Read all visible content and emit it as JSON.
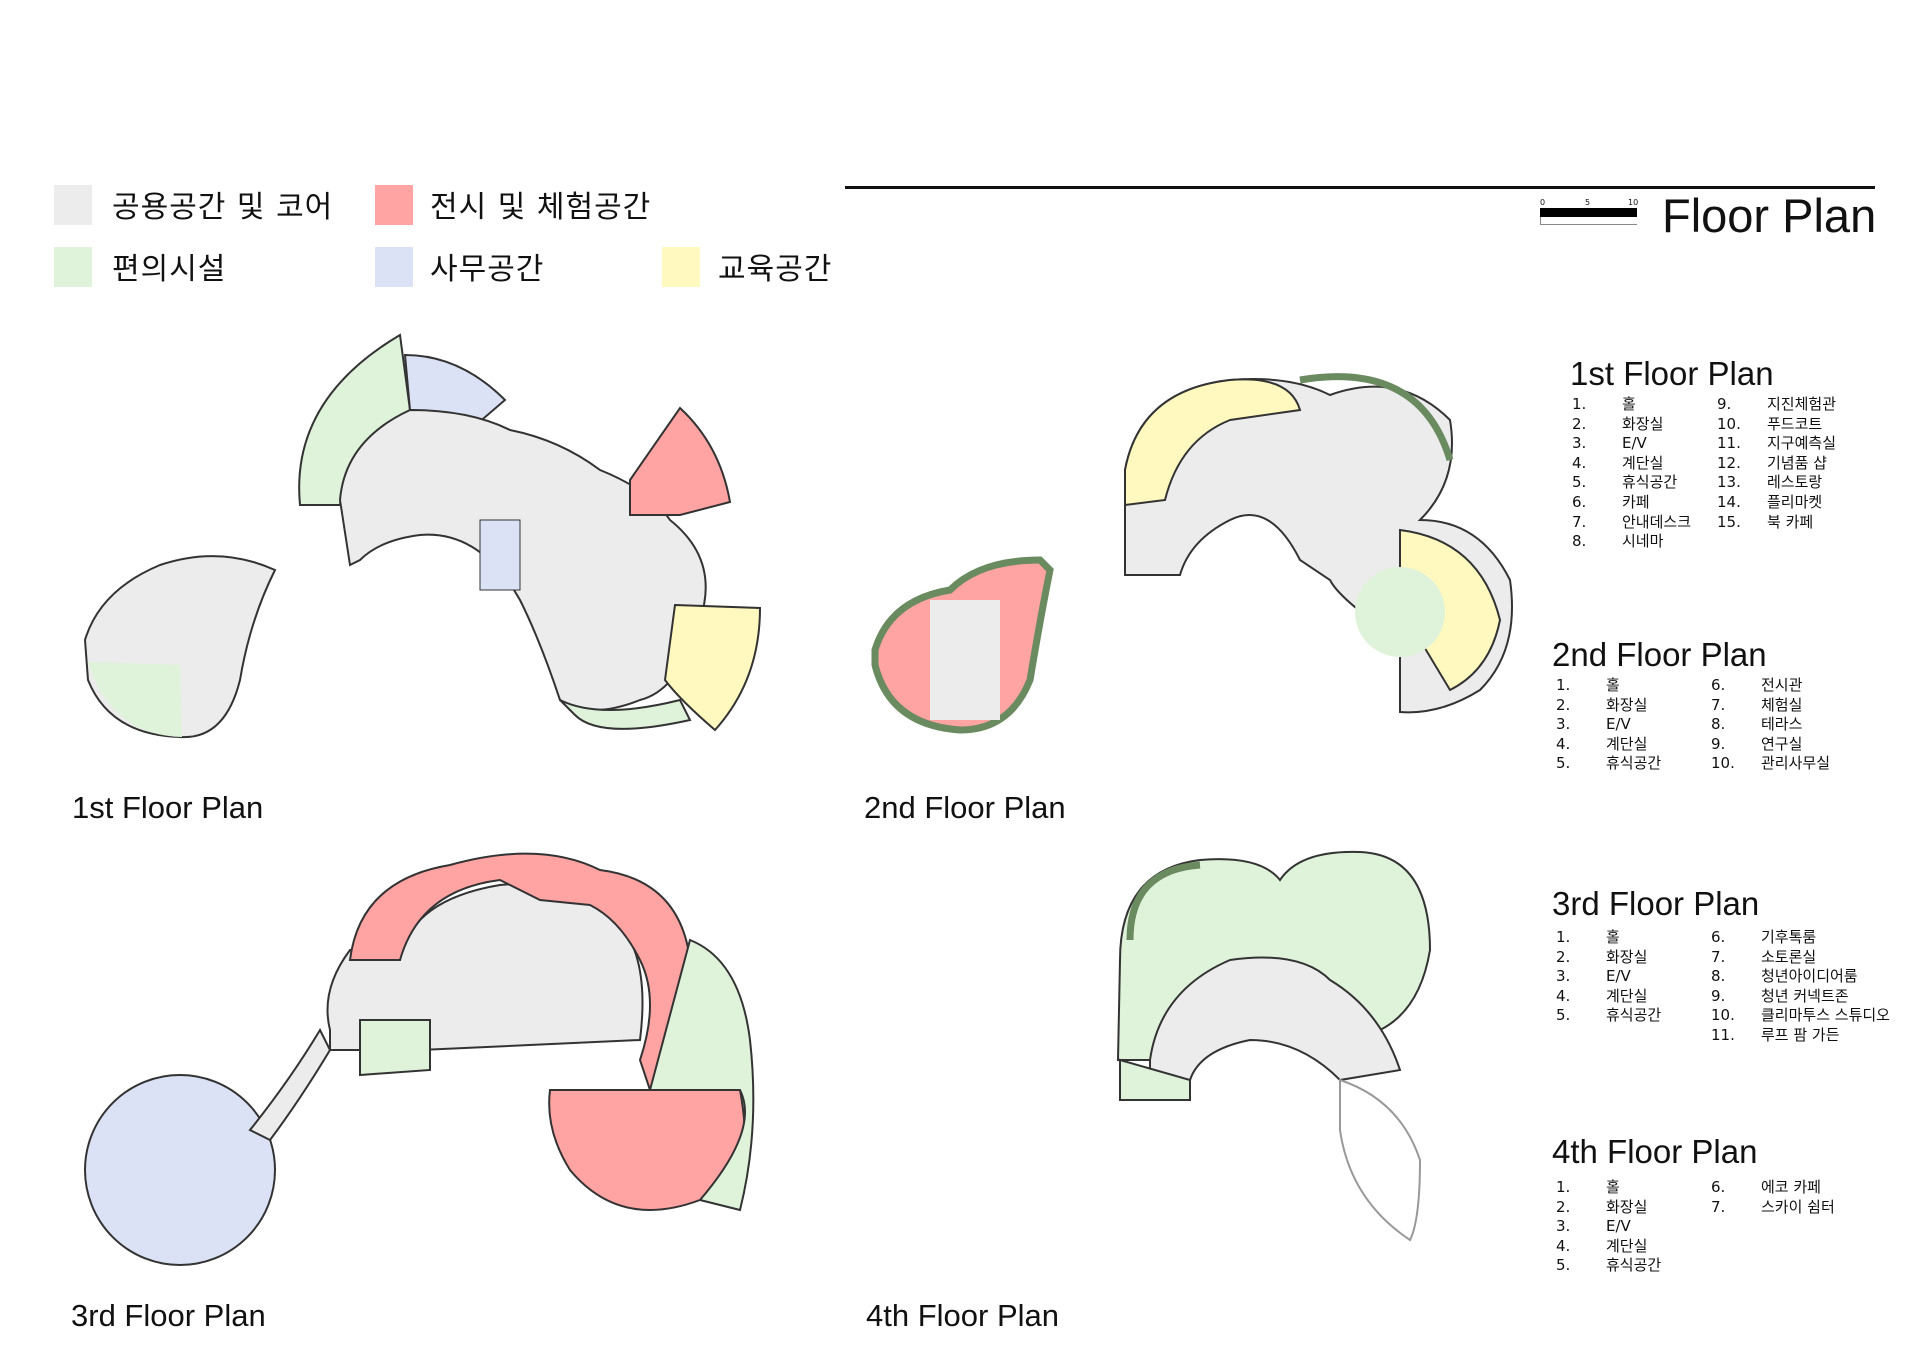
{
  "legend": [
    {
      "label": "공용공간 및 코어",
      "color": "#ececec"
    },
    {
      "label": "전시 및 체험공간",
      "color": "#ffa3a3"
    },
    {
      "label": "편의시설",
      "color": "#dff2da"
    },
    {
      "label": "사무공간",
      "color": "#dce2f5"
    },
    {
      "label": "교육공간",
      "color": "#fff9c0"
    }
  ],
  "header": {
    "title": "Floor Plan",
    "scale_ticks": [
      "0",
      "5",
      "10"
    ]
  },
  "plans": {
    "first": "1st Floor Plan",
    "second": "2nd Floor Plan",
    "third": "3rd Floor Plan",
    "fourth": "4th Floor Plan"
  },
  "lists": [
    {
      "title": "1st Floor Plan",
      "items": [
        {
          "n": "1.",
          "l": "홀"
        },
        {
          "n": "2.",
          "l": "화장실"
        },
        {
          "n": "3.",
          "l": "E/V"
        },
        {
          "n": "4.",
          "l": "계단실"
        },
        {
          "n": "5.",
          "l": "휴식공간"
        },
        {
          "n": "6.",
          "l": "카페"
        },
        {
          "n": "7.",
          "l": "안내데스크"
        },
        {
          "n": "8.",
          "l": "시네마"
        },
        {
          "n": "9.",
          "l": "지진체험관"
        },
        {
          "n": "10.",
          "l": "푸드코트"
        },
        {
          "n": "11.",
          "l": "지구예측실"
        },
        {
          "n": "12.",
          "l": "기념품 샵"
        },
        {
          "n": "13.",
          "l": "레스토랑"
        },
        {
          "n": "14.",
          "l": "플리마켓"
        },
        {
          "n": "15.",
          "l": "북 카페"
        }
      ]
    },
    {
      "title": "2nd Floor Plan",
      "items": [
        {
          "n": "1.",
          "l": "홀"
        },
        {
          "n": "2.",
          "l": "화장실"
        },
        {
          "n": "3.",
          "l": "E/V"
        },
        {
          "n": "4.",
          "l": "계단실"
        },
        {
          "n": "5.",
          "l": "휴식공간"
        },
        {
          "n": "6.",
          "l": "전시관"
        },
        {
          "n": "7.",
          "l": "체험실"
        },
        {
          "n": "8.",
          "l": "테라스"
        },
        {
          "n": "9.",
          "l": "연구실"
        },
        {
          "n": "10.",
          "l": "관리사무실"
        }
      ]
    },
    {
      "title": "3rd Floor Plan",
      "items": [
        {
          "n": "1.",
          "l": "홀"
        },
        {
          "n": "2.",
          "l": "화장실"
        },
        {
          "n": "3.",
          "l": "E/V"
        },
        {
          "n": "4.",
          "l": "계단실"
        },
        {
          "n": "5.",
          "l": "휴식공간"
        },
        {
          "n": "6.",
          "l": "기후톡룸"
        },
        {
          "n": "7.",
          "l": "소토론실"
        },
        {
          "n": "8.",
          "l": "청년아이디어룸"
        },
        {
          "n": "9.",
          "l": "청년 커넥트존"
        },
        {
          "n": "10.",
          "l": "클리마투스 스튜디오"
        },
        {
          "n": "11.",
          "l": "루프 팜 가든"
        }
      ]
    },
    {
      "title": "4th Floor Plan",
      "items": [
        {
          "n": "1.",
          "l": "홀"
        },
        {
          "n": "2.",
          "l": "화장실"
        },
        {
          "n": "3.",
          "l": "E/V"
        },
        {
          "n": "4.",
          "l": "계단실"
        },
        {
          "n": "5.",
          "l": "휴식공간"
        },
        {
          "n": "6.",
          "l": "에코 카페"
        },
        {
          "n": "7.",
          "l": "스카이 쉼터"
        }
      ]
    }
  ]
}
